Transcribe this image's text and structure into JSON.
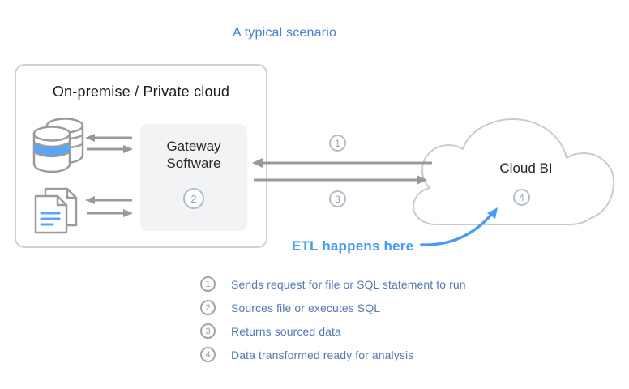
{
  "title": "A typical scenario",
  "colors": {
    "accent_blue": "#4a7ed0",
    "etl_blue": "#459aec",
    "icon_blue": "#58a6f4",
    "arrow_gray": "#9a9a9a",
    "outline_gray": "#cfd0d2",
    "badge_gray": "#b4bdc9",
    "legend_text_blue": "#5778b2"
  },
  "icons": {
    "database": "database-icon",
    "documents": "documents-icon",
    "cloud": "cloud-outline-icon",
    "etl_arrow": "curved-arrow-icon"
  },
  "onprem": {
    "label": "On-premise / Private cloud"
  },
  "gateway": {
    "label": "Gateway Software",
    "step_badge": "2"
  },
  "cloud": {
    "label": "Cloud BI",
    "step_badge": "4"
  },
  "flow_badges": {
    "request": "1",
    "response": "3"
  },
  "etl": {
    "label": "ETL happens here"
  },
  "legend": {
    "items": [
      {
        "step": "1",
        "text": "Sends request for file or SQL statement to run"
      },
      {
        "step": "2",
        "text": "Sources file or executes SQL"
      },
      {
        "step": "3",
        "text": "Returns sourced data"
      },
      {
        "step": "4",
        "text": "Data transformed ready for analysis"
      }
    ]
  }
}
